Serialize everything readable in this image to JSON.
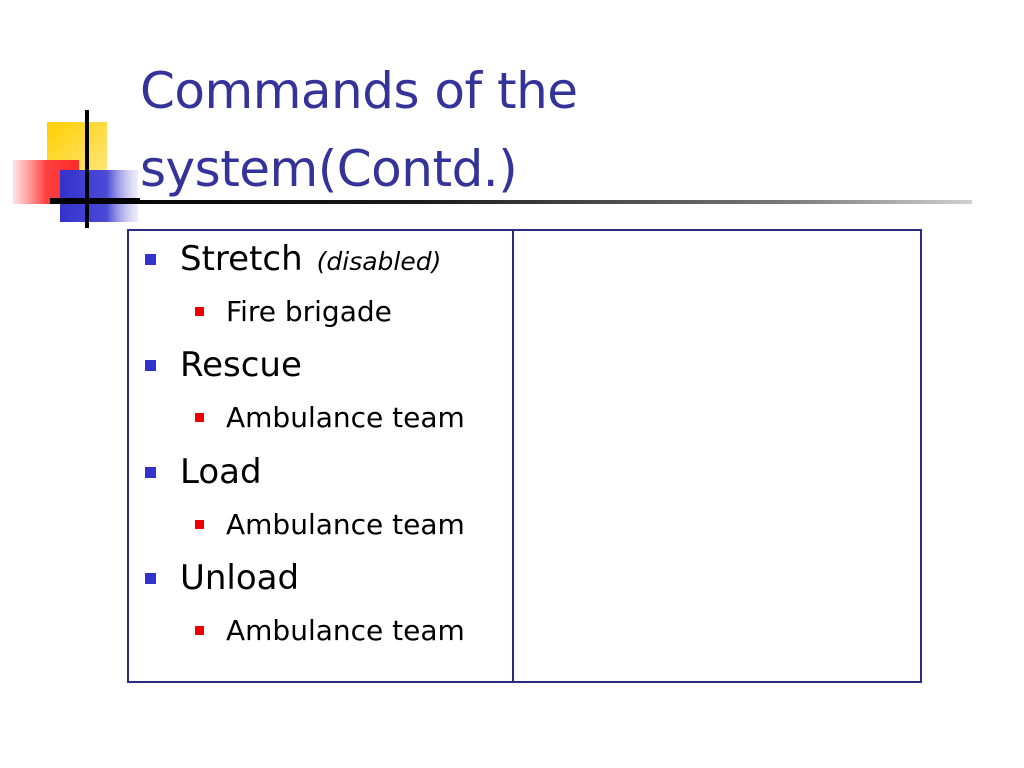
{
  "slide": {
    "title_line1": "Commands of the",
    "title_line2": "system(Contd.)"
  },
  "colors": {
    "title": "#333399",
    "border": "#2b2b88",
    "main_bullet": "#3333cc",
    "sub_bullet": "#ee0000",
    "logo_yellow": "#ffd000",
    "logo_red": "#ff3333",
    "logo_blue": "#3333cc"
  },
  "commands": [
    {
      "name": "Stretch",
      "note": "(disabled)",
      "agent": "Fire brigade"
    },
    {
      "name": "Rescue",
      "note": "",
      "agent": "Ambulance team"
    },
    {
      "name": "Load",
      "note": "",
      "agent": "Ambulance team"
    },
    {
      "name": "Unload",
      "note": "",
      "agent": "Ambulance team"
    }
  ]
}
